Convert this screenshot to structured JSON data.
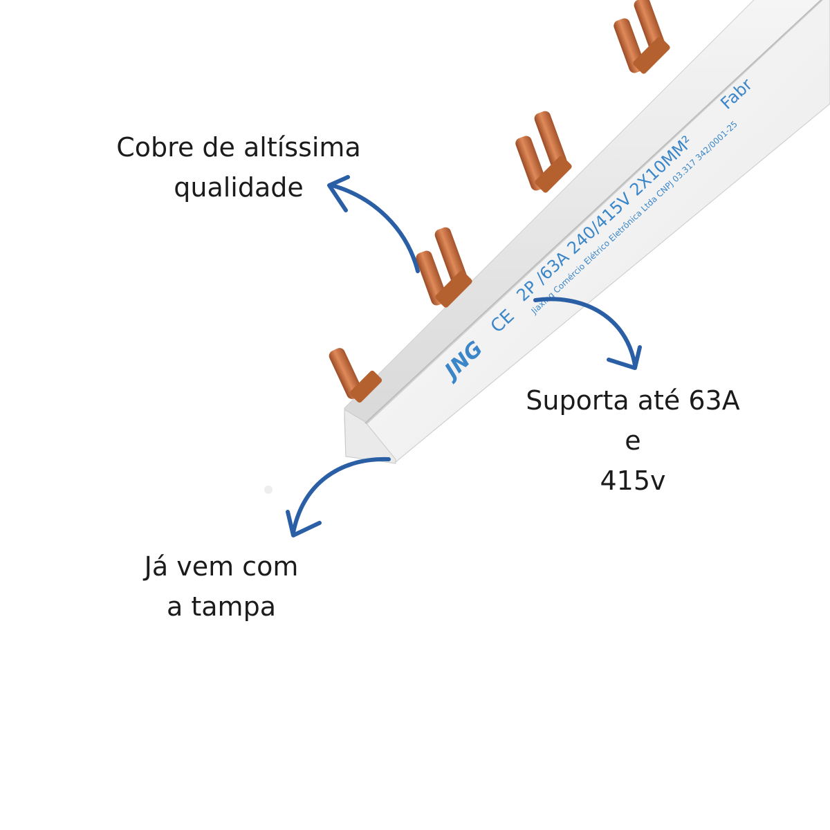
{
  "colors": {
    "background": "#ffffff",
    "arrow": "#2a5fa6",
    "copper": "#c46a3c",
    "copper_dark": "#8d4222",
    "bar_face": "#f2f2f2",
    "bar_edge": "#d4d4d4",
    "print": "#3a86c8"
  },
  "callouts": {
    "copper": {
      "lines": [
        "Cobre de altíssima",
        "qualidade"
      ]
    },
    "rating": {
      "lines": [
        "Suporta até 63A",
        "e",
        "415v"
      ]
    },
    "cover": {
      "lines": [
        "Já vem com",
        "a tampa"
      ]
    }
  },
  "busbar": {
    "brand": "JNG",
    "cert_mark": "CE",
    "spec_line": "2P /63A 240/415V 2X10MM²",
    "maker_line": "Jiaxing Comércio Elétrico Eletrônica Ltda CNPJ 03.317 342/0001-25",
    "edge_text": "Fabr"
  },
  "icons": {
    "arrows": [
      "curved-arrow-icon",
      "curved-arrow-icon",
      "curved-arrow-icon"
    ]
  }
}
